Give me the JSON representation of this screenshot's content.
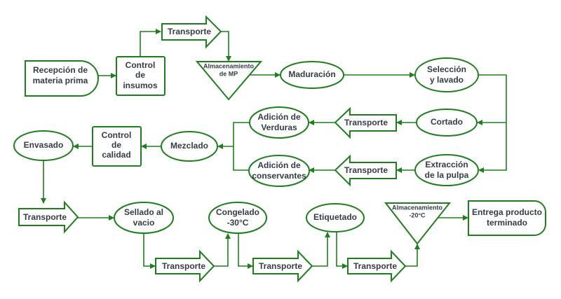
{
  "nodes": {
    "recepcion": [
      "Recepción de",
      "materia prima"
    ],
    "control_insumos": [
      "Control",
      "de",
      "insumos"
    ],
    "transporte": "Transporte",
    "almacenamiento_mp": [
      "Almacenamiento",
      "de MP"
    ],
    "maduracion": "Maduración",
    "seleccion": [
      "Selección",
      "y lavado"
    ],
    "cortado": "Cortado",
    "extraccion": [
      "Extracción",
      "de la pulpa"
    ],
    "adicion_verduras": [
      "Adición de",
      "Verduras"
    ],
    "adicion_conservantes": [
      "Adición de",
      "conservantes"
    ],
    "mezclado": "Mezclado",
    "control_calidad": [
      "Control",
      "de",
      "calidad"
    ],
    "envasado": "Envasado",
    "sellado": [
      "Sellado al",
      "vacio"
    ],
    "congelado": [
      "Congelado",
      "-30°C"
    ],
    "etiquetado": "Etiquetado",
    "almacenamiento_20": [
      "Almacenamiento",
      "-20°C"
    ],
    "entrega": [
      "Entrega producto",
      "terminado"
    ]
  },
  "colors": {
    "line": "#1f7f1f",
    "text": "#353b45"
  }
}
